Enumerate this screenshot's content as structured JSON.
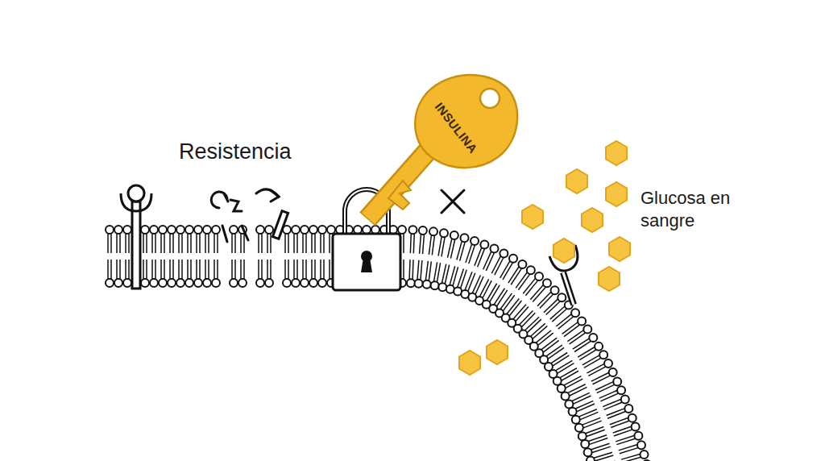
{
  "diagram": {
    "nodes": [
      {
        "text": [
          "INSULINA"
        ]
      }
    ],
    "labels": [
      "Resistencia",
      "Glucosa en sangre"
    ]
  }
}
